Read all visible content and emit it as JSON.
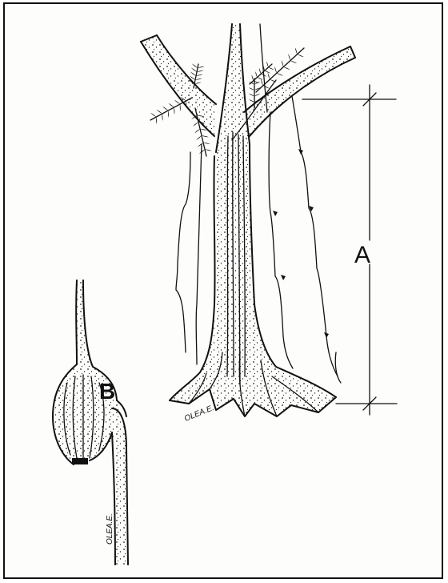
{
  "labels": {
    "dimension": "A",
    "detail": "B",
    "signature_main": "OLEA.E.",
    "signature_detail": "OLEA.E."
  }
}
